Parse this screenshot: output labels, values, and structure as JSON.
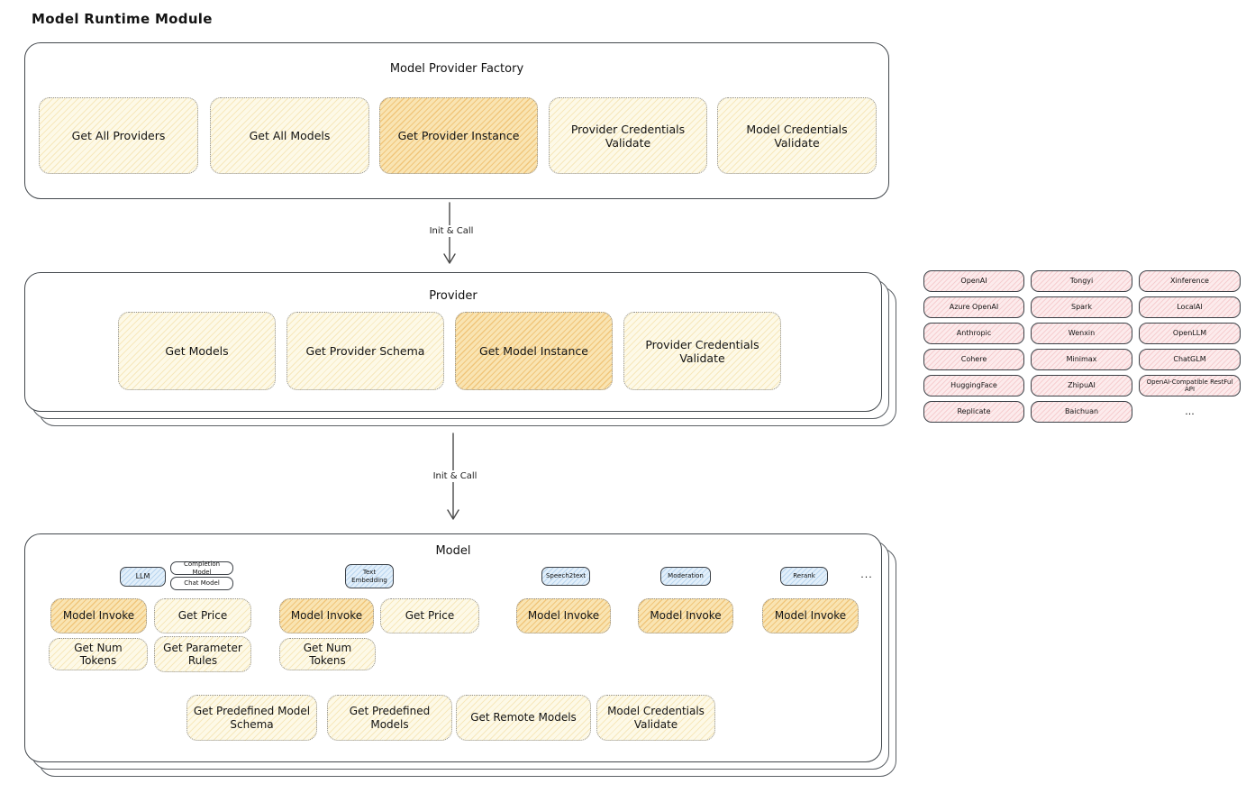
{
  "page_title": "Model Runtime Module",
  "colors": {
    "yellow_fill": "#fdf9e7",
    "yellow_hatch": "#e9c460",
    "orange_fill": "#f9e4b2",
    "orange_hatch": "#e49e30",
    "pink_fill": "#fcebec",
    "pink_hatch": "#eb969b",
    "blue_fill": "#e2effa",
    "blue_hatch": "#82b4e1",
    "border_dark": "#43484d",
    "dotted_border": "#8f8f8f"
  },
  "factory": {
    "title": "Model Provider Factory",
    "buttons": [
      "Get All Providers",
      "Get All Models",
      "Get Provider Instance",
      "Provider Credentials Validate",
      "Model Credentials Validate"
    ]
  },
  "arrows": {
    "first": "Init & Call",
    "second": "Init & Call"
  },
  "provider": {
    "title": "Provider",
    "buttons": [
      "Get Models",
      "Get Provider Schema",
      "Get Model Instance",
      "Provider Credentials Validate"
    ]
  },
  "provider_list": [
    "OpenAI",
    "Tongyi",
    "Xinference",
    "Azure OpenAI",
    "Spark",
    "LocalAI",
    "Anthropic",
    "Wenxin",
    "OpenLLM",
    "Cohere",
    "Minimax",
    "ChatGLM",
    "HuggingFace",
    "ZhipuAI",
    "OpenAI-Compatible RestFul API",
    "Replicate",
    "Baichuan",
    "..."
  ],
  "model": {
    "title": "Model",
    "tabs": {
      "llm": "LLM",
      "completion_model": "Completion Model",
      "chat_model": "Chat Model",
      "text_embedding": "Text Embedding",
      "speech2text": "Speech2text",
      "moderation": "Moderation",
      "rerank": "Rerank",
      "more": "..."
    },
    "llm_buttons": [
      "Model Invoke",
      "Get Price",
      "Get Num Tokens",
      "Get Parameter Rules"
    ],
    "text_embedding_buttons": [
      "Model Invoke",
      "Get Price",
      "Get Num Tokens"
    ],
    "speech2text_buttons": [
      "Model Invoke"
    ],
    "moderation_buttons": [
      "Model Invoke"
    ],
    "rerank_buttons": [
      "Model Invoke"
    ],
    "bottom_buttons": [
      "Get Predefined Model Schema",
      "Get Predefined Models",
      "Get Remote Models",
      "Model Credentials Validate"
    ]
  }
}
